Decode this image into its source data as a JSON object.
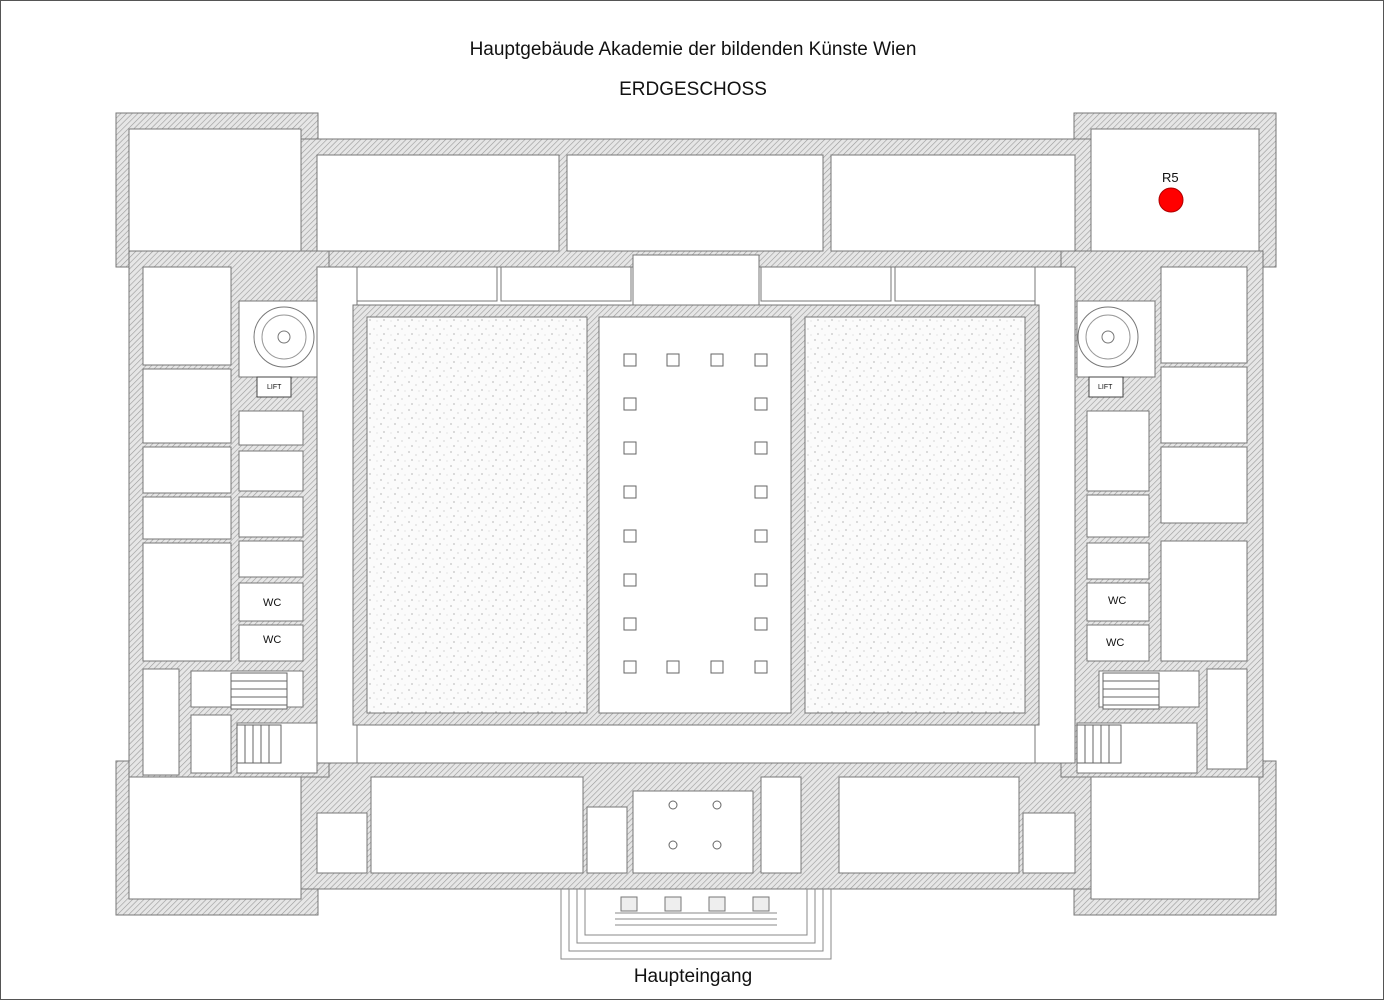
{
  "map": {
    "title": "Hauptgebäude Akademie der bildenden Künste Wien",
    "floor": "ERDGESCHOSS",
    "entrance_label": "Haupteingang",
    "labels": {
      "wc": "WC",
      "lift": "LIFT"
    },
    "marker": {
      "label": "R5",
      "color": "#ff0000"
    }
  }
}
